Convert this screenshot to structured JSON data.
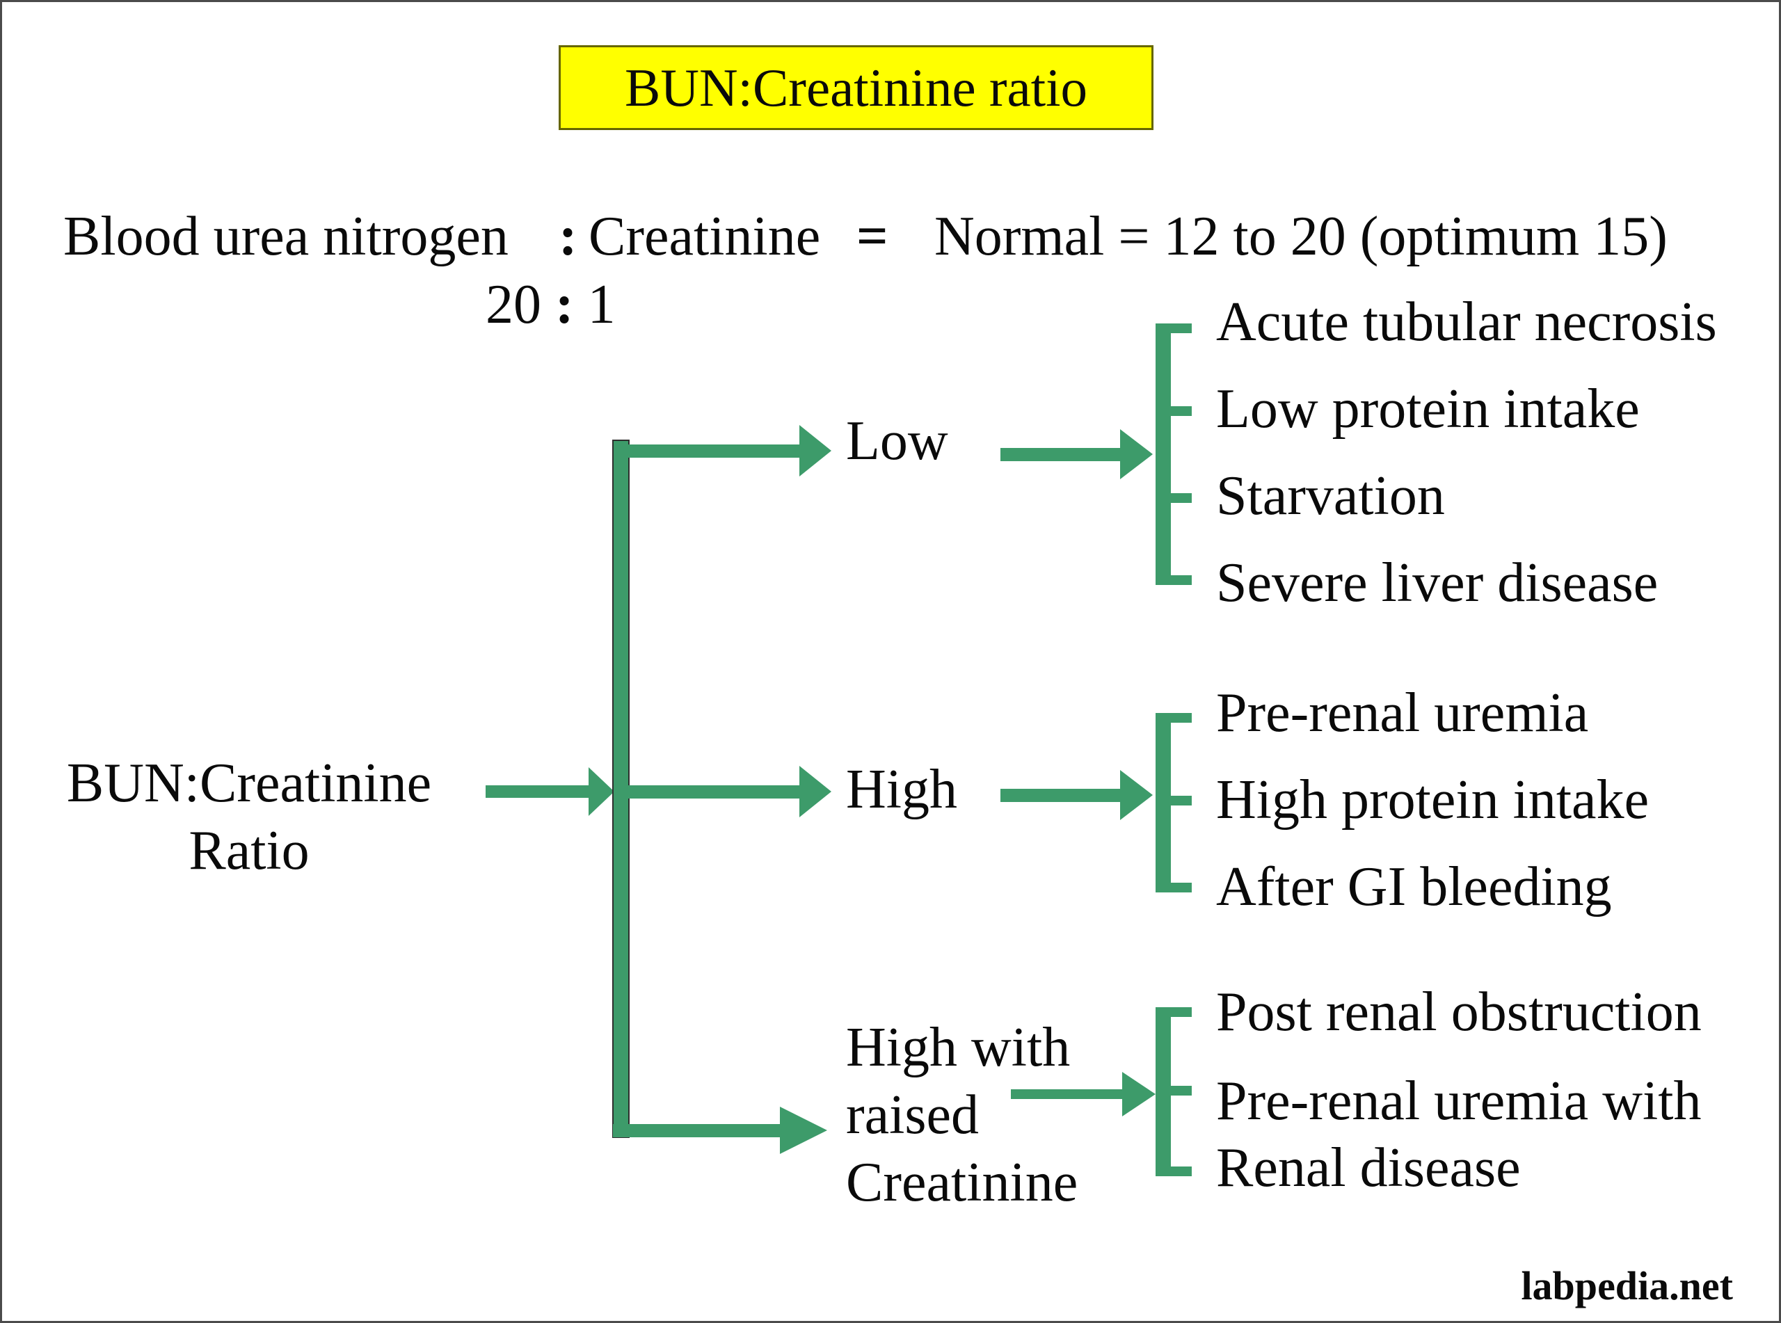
{
  "title": "BUN:Creatinine ratio",
  "formula": {
    "left_term": "Blood urea nitrogen",
    "colon": ":",
    "right_term": "Creatinine",
    "equals": "=",
    "normal_range": "Normal = 12 to 20 (optimum 15)",
    "ratio": {
      "numerator": "20",
      "colon": ":",
      "denominator": "1"
    }
  },
  "root_node": {
    "line1": "BUN:Creatinine",
    "line2": "Ratio"
  },
  "branches": [
    {
      "label": "Low",
      "causes": [
        "Acute tubular necrosis",
        "Low protein intake",
        "Starvation",
        "Severe liver disease"
      ]
    },
    {
      "label": "High",
      "causes": [
        "Pre-renal uremia",
        "High protein intake",
        "After GI bleeding"
      ]
    },
    {
      "label": "High with raised Creatinine",
      "causes": [
        "Post renal obstruction",
        "Pre-renal uremia with Renal disease"
      ]
    }
  ],
  "watermark": "labpedia.net",
  "colors": {
    "accent_green": "#3D9B6A",
    "title_bg": "#ffff00",
    "title_border": "#666600",
    "page_border": "#4b4b4b"
  }
}
